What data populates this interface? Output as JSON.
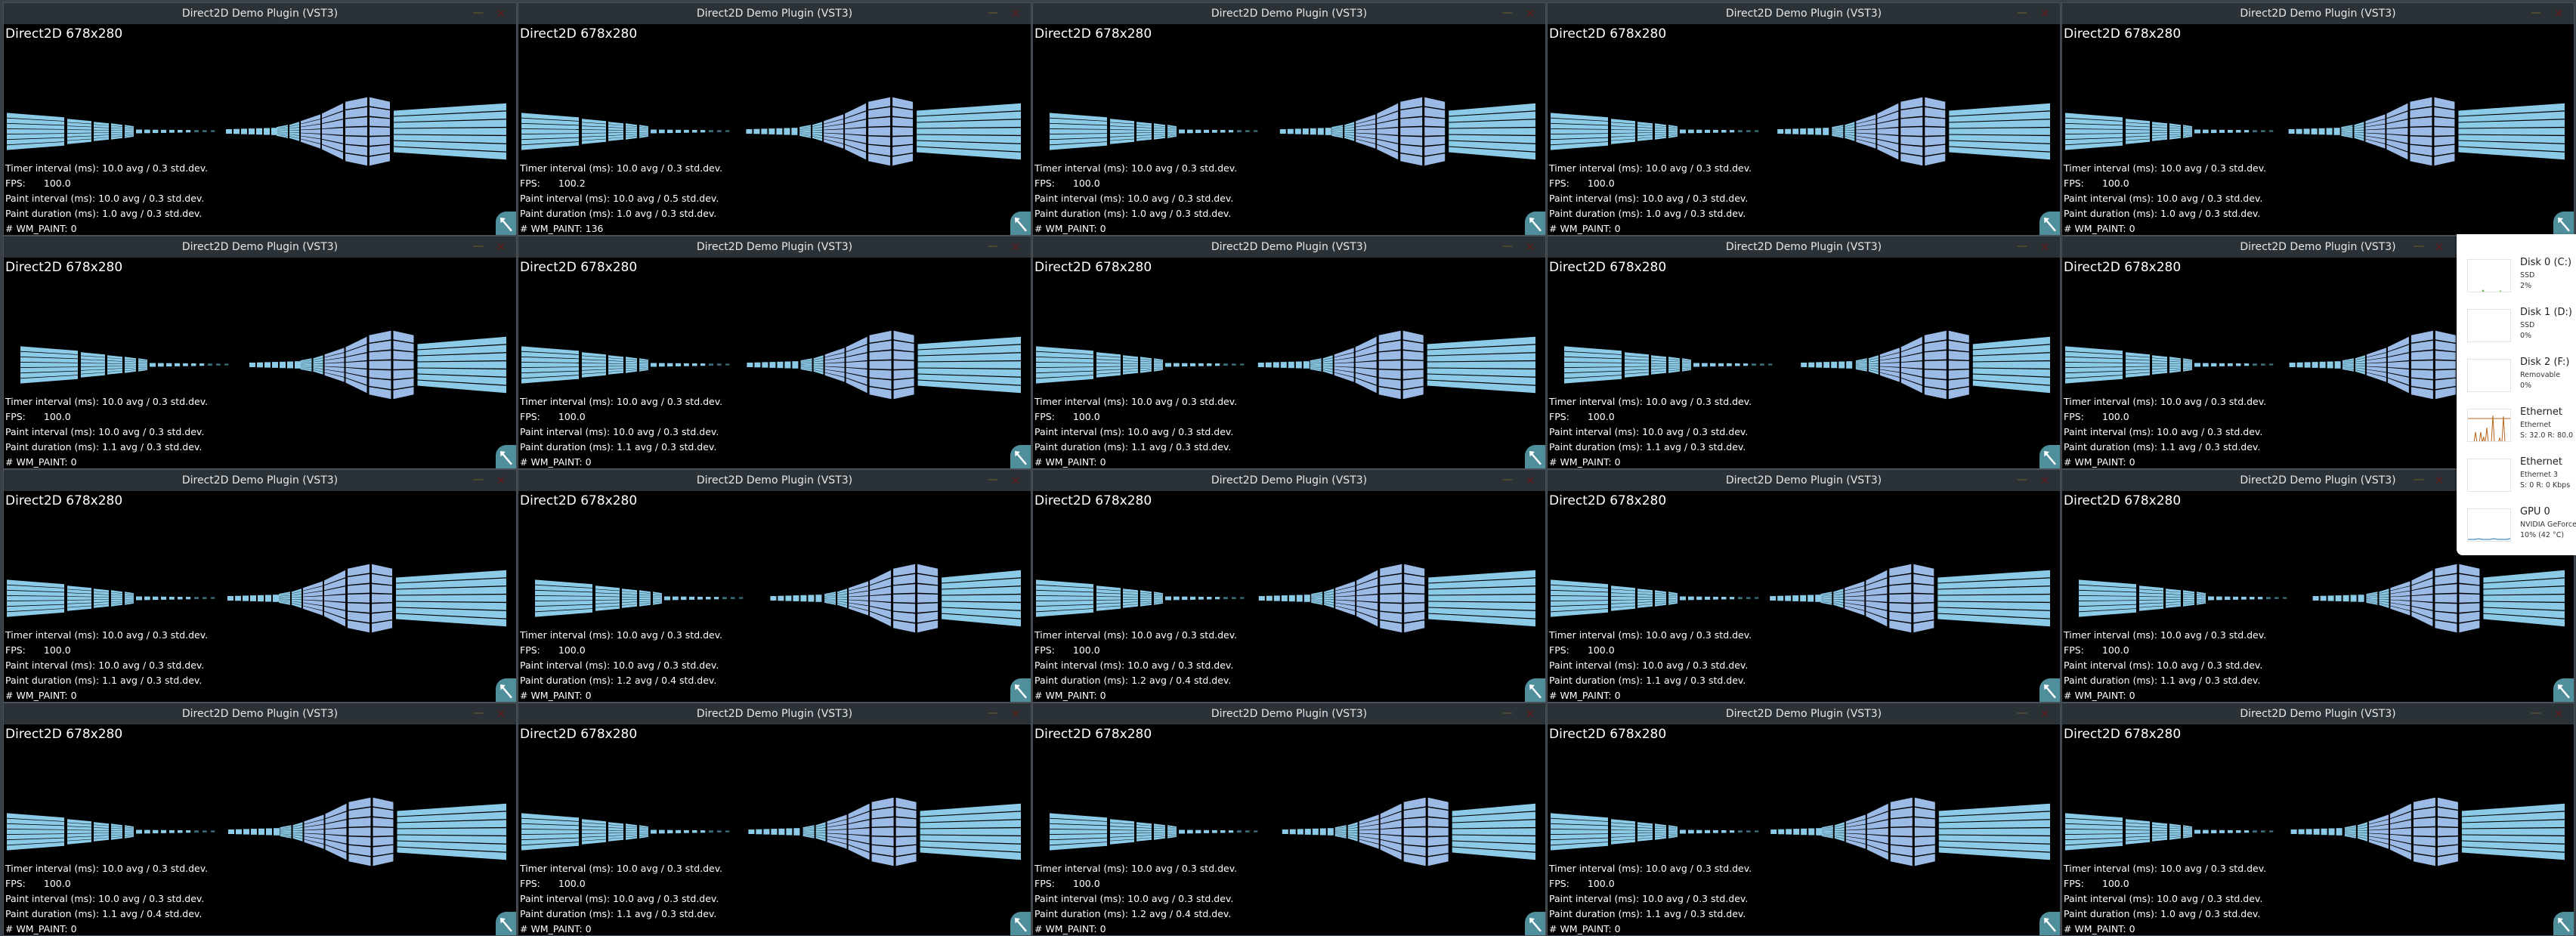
{
  "window_title": "Direct2D Demo Plugin (VST3)",
  "size_label": "Direct2D 678x280",
  "minimize_glyph": "—",
  "close_glyph": "✕",
  "labels": {
    "timer": "Timer interval (ms): ",
    "fps": "FPS:",
    "paint_interval": "Paint interval (ms): ",
    "paint_duration": "Paint duration (ms): ",
    "wm_paint": "# WM_PAINT: "
  },
  "colors": {
    "bar": "#8ccbe8",
    "bar_alt": "#9bbbe6",
    "grip": "#4f8e9b",
    "titlebar": "#2a3137"
  },
  "panels": [
    {
      "timer": "10.0 avg / 0.3 std.dev.",
      "fps": "100.0",
      "paint_interval": "10.0 avg / 0.3 std.dev.",
      "paint_duration": "1.0 avg / 0.3 std.dev.",
      "wm_paint": "0"
    },
    {
      "timer": "10.0 avg / 0.3 std.dev.",
      "fps": "100.2",
      "paint_interval": "10.0 avg / 0.5 std.dev.",
      "paint_duration": "1.0 avg / 0.3 std.dev.",
      "wm_paint": "136"
    },
    {
      "timer": "10.0 avg / 0.3 std.dev.",
      "fps": "100.0",
      "paint_interval": "10.0 avg / 0.3 std.dev.",
      "paint_duration": "1.0 avg / 0.3 std.dev.",
      "wm_paint": "0"
    },
    {
      "timer": "10.0 avg / 0.3 std.dev.",
      "fps": "100.0",
      "paint_interval": "10.0 avg / 0.3 std.dev.",
      "paint_duration": "1.0 avg / 0.3 std.dev.",
      "wm_paint": "0"
    },
    {
      "timer": "10.0 avg / 0.3 std.dev.",
      "fps": "100.0",
      "paint_interval": "10.0 avg / 0.3 std.dev.",
      "paint_duration": "1.0 avg / 0.3 std.dev.",
      "wm_paint": "0"
    },
    {
      "timer": "10.0 avg / 0.3 std.dev.",
      "fps": "100.0",
      "paint_interval": "10.0 avg / 0.3 std.dev.",
      "paint_duration": "1.1 avg / 0.3 std.dev.",
      "wm_paint": "0"
    },
    {
      "timer": "10.0 avg / 0.3 std.dev.",
      "fps": "100.0",
      "paint_interval": "10.0 avg / 0.3 std.dev.",
      "paint_duration": "1.1 avg / 0.3 std.dev.",
      "wm_paint": "0"
    },
    {
      "timer": "10.0 avg / 0.3 std.dev.",
      "fps": "100.0",
      "paint_interval": "10.0 avg / 0.3 std.dev.",
      "paint_duration": "1.1 avg / 0.3 std.dev.",
      "wm_paint": "0"
    },
    {
      "timer": "10.0 avg / 0.3 std.dev.",
      "fps": "100.0",
      "paint_interval": "10.0 avg / 0.3 std.dev.",
      "paint_duration": "1.1 avg / 0.3 std.dev.",
      "wm_paint": "0"
    },
    {
      "timer": "10.0 avg / 0.3 std.dev.",
      "fps": "100.0",
      "paint_interval": "10.0 avg / 0.3 std.dev.",
      "paint_duration": "1.1 avg / 0.3 std.dev.",
      "wm_paint": "0"
    },
    {
      "timer": "10.0 avg / 0.3 std.dev.",
      "fps": "100.0",
      "paint_interval": "10.0 avg / 0.3 std.dev.",
      "paint_duration": "1.1 avg / 0.3 std.dev.",
      "wm_paint": "0"
    },
    {
      "timer": "10.0 avg / 0.3 std.dev.",
      "fps": "100.0",
      "paint_interval": "10.0 avg / 0.3 std.dev.",
      "paint_duration": "1.2 avg / 0.4 std.dev.",
      "wm_paint": "0"
    },
    {
      "timer": "10.0 avg / 0.3 std.dev.",
      "fps": "100.0",
      "paint_interval": "10.0 avg / 0.3 std.dev.",
      "paint_duration": "1.2 avg / 0.4 std.dev.",
      "wm_paint": "0"
    },
    {
      "timer": "10.0 avg / 0.3 std.dev.",
      "fps": "100.0",
      "paint_interval": "10.0 avg / 0.3 std.dev.",
      "paint_duration": "1.1 avg / 0.3 std.dev.",
      "wm_paint": "0"
    },
    {
      "timer": "10.0 avg / 0.3 std.dev.",
      "fps": "100.0",
      "paint_interval": "10.0 avg / 0.3 std.dev.",
      "paint_duration": "1.1 avg / 0.3 std.dev.",
      "wm_paint": "0"
    },
    {
      "timer": "10.0 avg / 0.3 std.dev.",
      "fps": "100.0",
      "paint_interval": "10.0 avg / 0.3 std.dev.",
      "paint_duration": "1.1 avg / 0.4 std.dev.",
      "wm_paint": "0"
    },
    {
      "timer": "10.0 avg / 0.3 std.dev.",
      "fps": "100.0",
      "paint_interval": "10.0 avg / 0.3 std.dev.",
      "paint_duration": "1.1 avg / 0.3 std.dev.",
      "wm_paint": "0"
    },
    {
      "timer": "10.0 avg / 0.3 std.dev.",
      "fps": "100.0",
      "paint_interval": "10.0 avg / 0.3 std.dev.",
      "paint_duration": "1.2 avg / 0.4 std.dev.",
      "wm_paint": "0"
    },
    {
      "timer": "10.0 avg / 0.3 std.dev.",
      "fps": "100.0",
      "paint_interval": "10.0 avg / 0.3 std.dev.",
      "paint_duration": "1.1 avg / 0.3 std.dev.",
      "wm_paint": "0"
    },
    {
      "timer": "10.0 avg / 0.3 std.dev.",
      "fps": "100.0",
      "paint_interval": "10.0 avg / 0.3 std.dev.",
      "paint_duration": "1.0 avg / 0.3 std.dev.",
      "wm_paint": "0"
    }
  ],
  "task_manager": {
    "items": [
      {
        "name": "Disk 0 (C:)",
        "sub": "SSD",
        "value": "2%",
        "graph": "disk",
        "color": "#4caf1f"
      },
      {
        "name": "Disk 1 (D:)",
        "sub": "SSD",
        "value": "0%",
        "graph": "empty",
        "color": "#4caf1f"
      },
      {
        "name": "Disk 2 (F:)",
        "sub": "Removable",
        "value": "0%",
        "graph": "empty",
        "color": "#4caf1f"
      },
      {
        "name": "Ethernet",
        "sub": "Ethernet",
        "value": "S: 32.0 R: 80.0",
        "graph": "net",
        "color": "#b8641c"
      },
      {
        "name": "Ethernet",
        "sub": "Ethernet 3",
        "value": "S: 0 R: 0 Kbps",
        "graph": "empty",
        "color": "#b8641c"
      },
      {
        "name": "GPU 0",
        "sub": "NVIDIA GeForce",
        "value": "10%  (42 °C)",
        "graph": "gpu",
        "color": "#1a73b8"
      }
    ]
  }
}
